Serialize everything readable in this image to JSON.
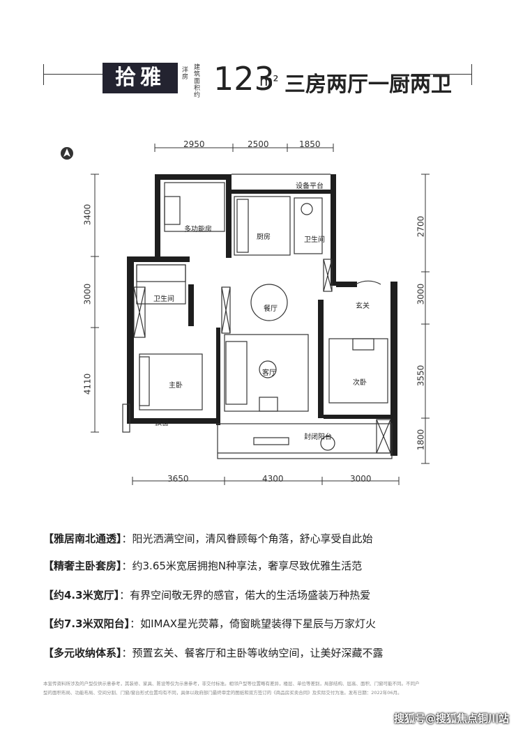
{
  "header": {
    "project_name": "拾雅",
    "type_tag": "洋房",
    "area_tag": "建筑面积约",
    "area_number": "123",
    "area_unit": "m²",
    "layout": "三房两厅一厨两卫"
  },
  "plan": {
    "top_dims": [
      "2950",
      "2500",
      "1850"
    ],
    "bottom_dims": [
      "3650",
      "4300",
      "3000"
    ],
    "left_dims": [
      "3400",
      "3000",
      "4110"
    ],
    "right_dims": [
      "2700",
      "3000",
      "3550",
      "1800"
    ],
    "rooms": {
      "equipment": "设备平台",
      "multi": "多功能房",
      "kitchen": "厨房",
      "bath_right": "卫生间",
      "bath_left": "卫生间",
      "dining": "餐厅",
      "entry": "玄关",
      "living": "客厅",
      "master": "主卧",
      "second": "次卧",
      "bay": "飘窗",
      "balcony": "封闭阳台"
    }
  },
  "features": [
    {
      "title": "【雅居南北通透】",
      "text": "：阳光洒满空间，清风眷顾每个角落，舒心享受自此始"
    },
    {
      "title": "【精奢主卧套房】",
      "text": "：约3.65米宽居拥抱N种享法，奢享尽致优雅生活范"
    },
    {
      "title": "【约4.3米宽厅】",
      "text": "：有界空间敬无界的感官，偌大的生活场盛装万种热爱"
    },
    {
      "title": "【约7.3米双阳台】",
      "text": "：如IMAX星光荧幕，倚窗眺望装得下星辰与万家灯火"
    },
    {
      "title": "【多元收纳体系】",
      "text": "：预置玄关、餐客厅和主卧等收纳空间，让美好深藏不露"
    }
  ],
  "fine_print": [
    "本宣传资料所涉及的户型仅供示意参考，其装修、家具、陈设等仅为示意参考，非交付标准。相邻户型等位置略有差异，楼层、单位等差别，局部结构、层高、面积、门窗可能不同。不同户",
    "型的面积布局、功能布局、空间分割、门窗/窗台形式位置均有不同，具体以政府部门最终审定的图纸和双方签订的《商品房买卖合同》及实际交付为准。发布日期：2022年06月。"
  ],
  "watermark": "搜狐号@搜狐焦点铜川站"
}
